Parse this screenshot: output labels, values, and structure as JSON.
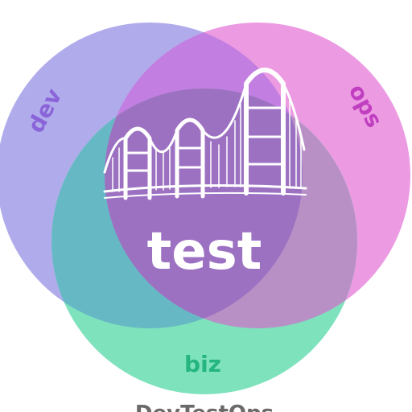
{
  "diagram": {
    "type": "venn",
    "sets": [
      {
        "id": "dev",
        "label": "dev",
        "color": "#a9a6ea",
        "label_color": "#8a64d8"
      },
      {
        "id": "ops",
        "label": "ops",
        "color": "#ea8fe0",
        "label_color": "#c03ec0"
      },
      {
        "id": "biz",
        "label": "biz",
        "color": "#6fdcb6",
        "label_color": "#25b57f"
      }
    ],
    "center": {
      "label": "test",
      "label_color": "#ffffff",
      "icon": "bridge-icon",
      "fill": "#9b6fc4"
    },
    "footer_text": "DevTestOps"
  }
}
